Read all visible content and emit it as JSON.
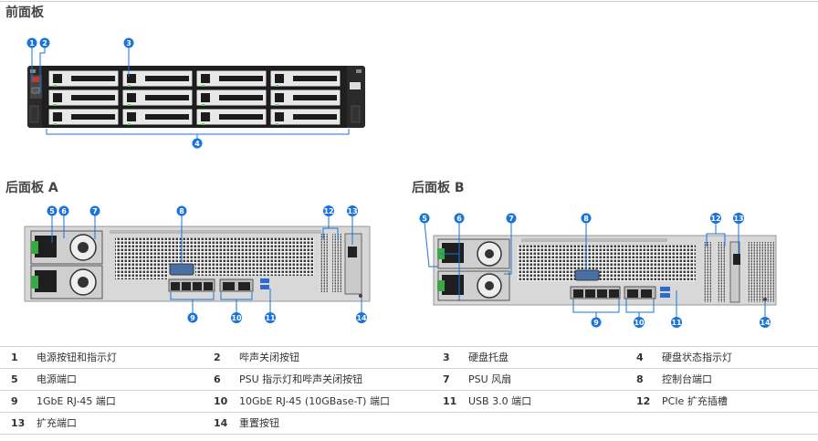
{
  "sections": {
    "front": "前面板",
    "rear_a": "后面板 A",
    "rear_b": "后面板 B"
  },
  "callouts": [
    "1",
    "2",
    "3",
    "4",
    "5",
    "6",
    "7",
    "8",
    "9",
    "10",
    "11",
    "12",
    "13",
    "14"
  ],
  "legend": [
    {
      "num": "1",
      "text": "电源按钮和指示灯"
    },
    {
      "num": "2",
      "text": "哔声关闭按钮"
    },
    {
      "num": "3",
      "text": "硬盘托盘"
    },
    {
      "num": "4",
      "text": "硬盘状态指示灯"
    },
    {
      "num": "5",
      "text": "电源端口"
    },
    {
      "num": "6",
      "text": "PSU 指示灯和哔声关闭按钮"
    },
    {
      "num": "7",
      "text": "PSU 风扇"
    },
    {
      "num": "8",
      "text": "控制台端口"
    },
    {
      "num": "9",
      "text": "1GbE RJ-45 端口"
    },
    {
      "num": "10",
      "text": "10GbE RJ-45 (10GBase-T) 端口"
    },
    {
      "num": "11",
      "text": "USB 3.0 端口"
    },
    {
      "num": "12",
      "text": "PCIe 扩充插槽"
    },
    {
      "num": "13",
      "text": "扩充端口"
    },
    {
      "num": "14",
      "text": "重置按钮"
    }
  ],
  "colors": {
    "callout": "#1a73d9",
    "chassis": "#2b2b2b",
    "psu_green": "#3aa845"
  }
}
